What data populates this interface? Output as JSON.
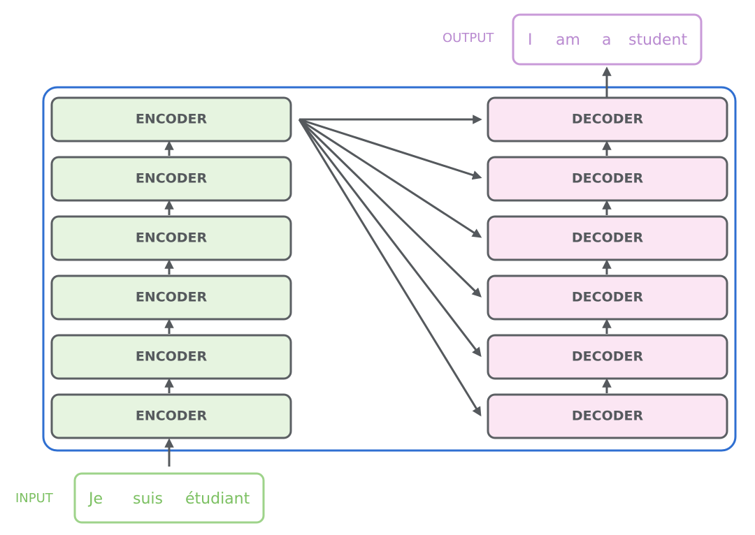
{
  "input": {
    "label": "INPUT",
    "tokens": [
      "Je",
      "suis",
      "étudiant"
    ],
    "color": "#7cc062"
  },
  "output": {
    "label": "OUTPUT",
    "tokens": [
      "I",
      "am",
      "a",
      "student"
    ],
    "color": "#b98ad0"
  },
  "encoders": [
    "ENCODER",
    "ENCODER",
    "ENCODER",
    "ENCODER",
    "ENCODER",
    "ENCODER"
  ],
  "decoders": [
    "DECODER",
    "DECODER",
    "DECODER",
    "DECODER",
    "DECODER",
    "DECODER"
  ],
  "colors": {
    "encoder_fill": "#e6f4e0",
    "decoder_fill": "#fbe6f3",
    "box_stroke": "#5b5f63",
    "frame": "#2f6fd1",
    "arrow": "#55595d"
  }
}
